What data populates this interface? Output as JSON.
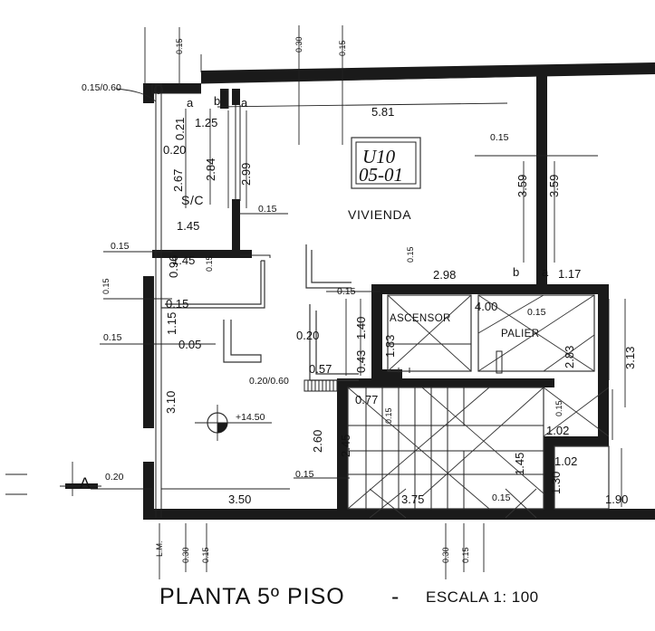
{
  "drawing": {
    "title": "PLANTA 5º PISO",
    "separator": "-",
    "scale": "ESCALA 1: 100"
  },
  "unit_box": {
    "code": "U10",
    "number": "05-01",
    "use": "VIVIENDA"
  },
  "rooms": [
    {
      "name": "S/C"
    },
    {
      "name": "ASCENSOR"
    },
    {
      "name": "PALIER"
    }
  ],
  "labels": {
    "sc": "S/C",
    "ascensor": "ASCENSOR",
    "palier": "PALIER",
    "level": "+14.50",
    "section_mark": "A",
    "municipal_line": "L.M."
  },
  "callouts": {
    "top_left_opening": "0.15/0.60",
    "mid_left_opening": "0.20/0.60"
  },
  "dimensions": {
    "top": {
      "d_030": "0.30",
      "d_015": "0.15",
      "d_015b": "0.15",
      "d_581": "5.81"
    },
    "left_upper": {
      "d_021": "0.21",
      "d_125": "1.25",
      "d_020": "0.20",
      "d_267": "2.67",
      "d_284": "2.84",
      "d_299": "2.99",
      "d_145": "1.45",
      "d_015": "0.15"
    },
    "left_mid": {
      "d_145": "1.45",
      "d_096": "0.96",
      "d_015a": "0.15",
      "d_015b": "0.15",
      "d_015c": "0.15",
      "d_015d": "0.15",
      "d_115": "1.15",
      "d_005": "0.05",
      "d_015e": "0.15"
    },
    "left_lower": {
      "d_310": "3.10",
      "d_020": "0.20",
      "d_350": "3.50"
    },
    "center": {
      "d_015": "0.15",
      "d_298": "2.98",
      "d_015b": "0.15",
      "d_140": "1.40",
      "d_020": "0.20",
      "d_043": "0.43",
      "d_057": "0.57",
      "d_183": "1.83",
      "d_077": "0.77",
      "d_015c": "0.15",
      "d_260": "2.60",
      "d_245": "2.45",
      "d_015d": "0.15",
      "d_375": "3.75",
      "d_015e": "0.15"
    },
    "right": {
      "d_015": "0.15",
      "d_359a": "3.59",
      "d_359b": "3.59",
      "d_117": "1.17",
      "d_400": "4.00",
      "d_015b": "0.15",
      "d_283": "2.83",
      "d_313": "3.13",
      "d_015c": "0.15",
      "d_102a": "1.02",
      "d_102b": "1.02",
      "d_130": "1.30",
      "d_190": "1.90",
      "d_145": "1.45"
    },
    "bottom": {
      "d_030a": "0.30",
      "d_015a": "0.15",
      "d_030b": "0.30",
      "d_015b": "0.15"
    }
  },
  "axis_letters": {
    "a1": "a",
    "b1": "b",
    "a2": "a",
    "b2": "b",
    "a3": "a"
  },
  "colors": {
    "ink": "#1a1a1a",
    "paper": "#ffffff"
  }
}
